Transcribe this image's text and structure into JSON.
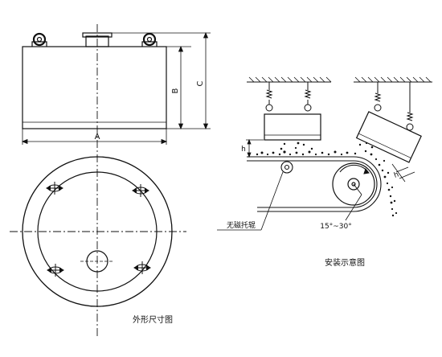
{
  "dimensions": {
    "a": "A",
    "b": "B",
    "c": "C",
    "h": "h"
  },
  "labels": {
    "outline": "外形尺寸图",
    "install": "安装示意图",
    "roller": "无磁托辊",
    "angle": "15°~30°"
  },
  "colors": {
    "line": "#111111",
    "background": "#ffffff"
  },
  "icons": [
    "lifting-ring-icon",
    "rotation-arrow-icon",
    "spring-hanger-icon"
  ]
}
